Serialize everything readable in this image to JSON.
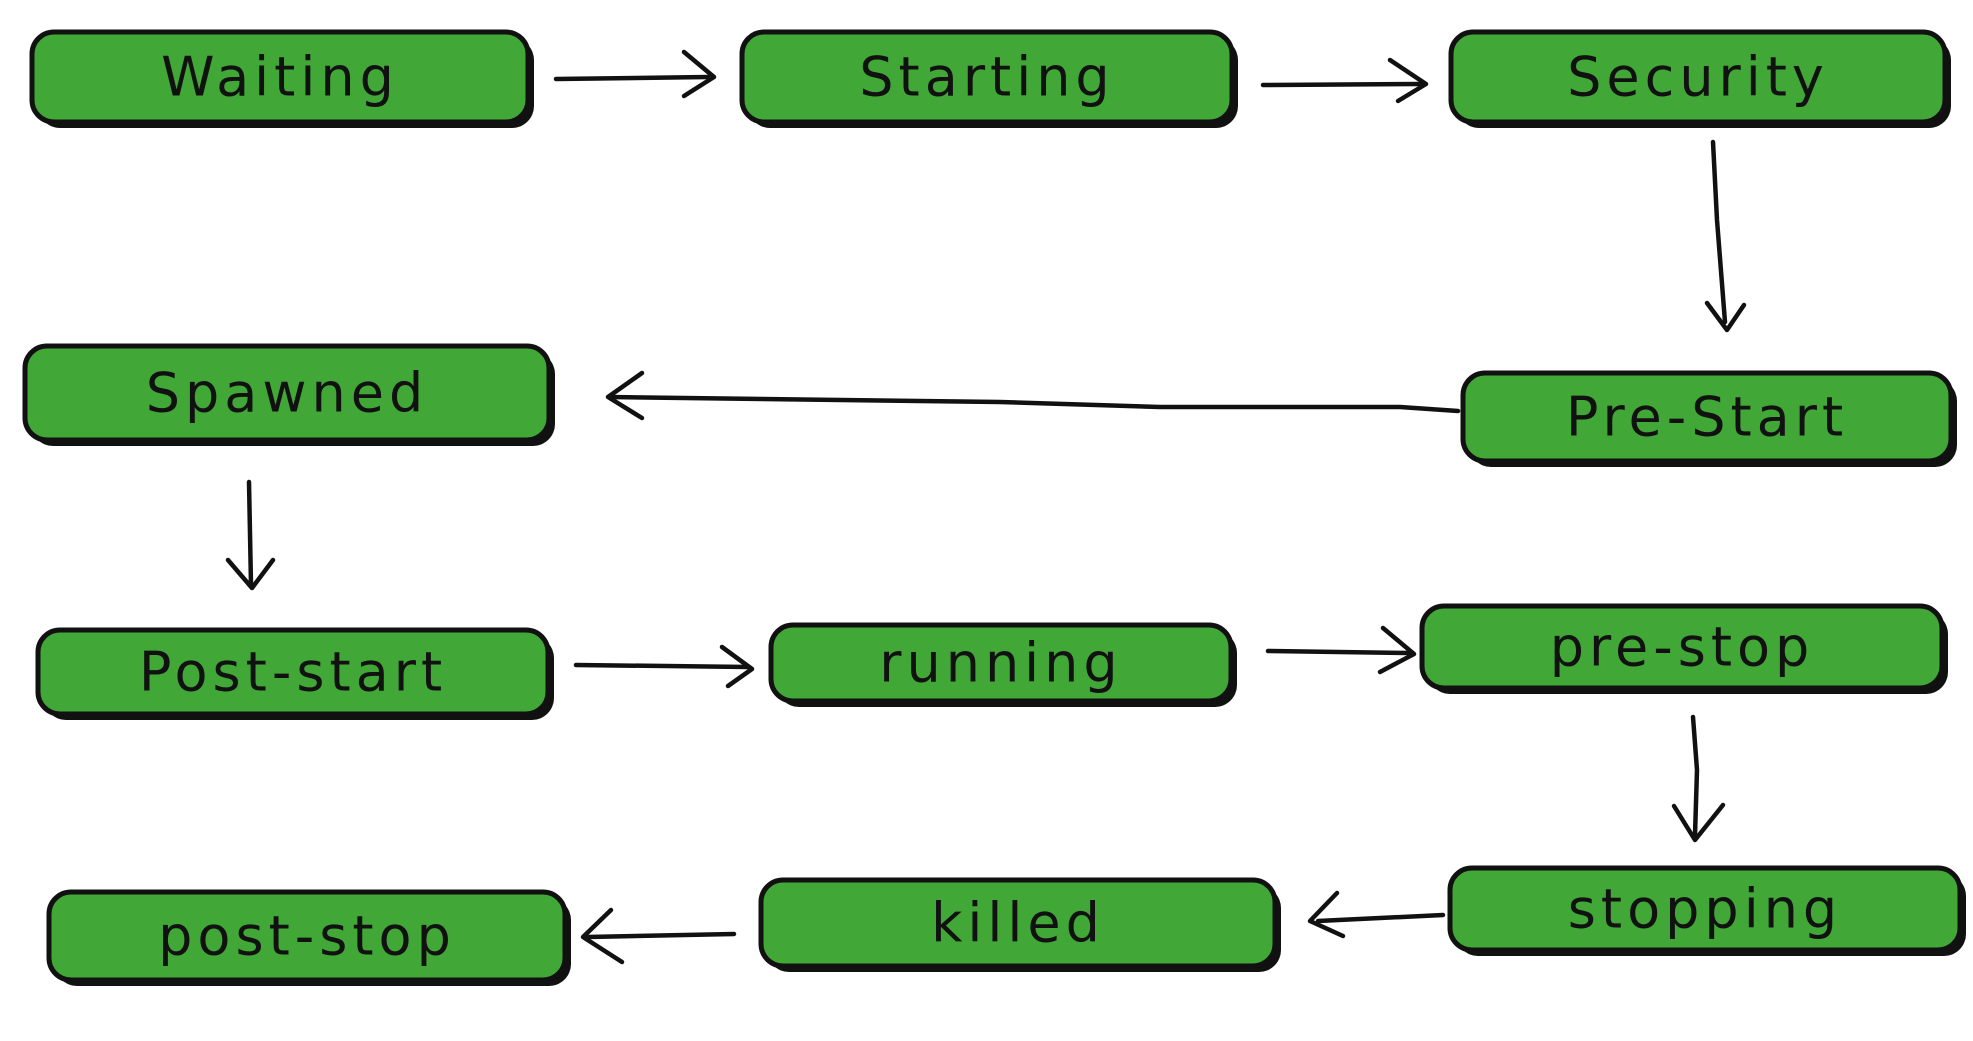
{
  "diagram": {
    "type": "state-flow",
    "colors": {
      "node_fill": "#41A737",
      "outline": "#111111",
      "background": "#FFFFFF"
    },
    "nodes": [
      {
        "id": "waiting",
        "label": "Waiting"
      },
      {
        "id": "starting",
        "label": "Starting"
      },
      {
        "id": "security",
        "label": "Security"
      },
      {
        "id": "pre-start",
        "label": "Pre-Start"
      },
      {
        "id": "spawned",
        "label": "Spawned"
      },
      {
        "id": "post-start",
        "label": "Post-start"
      },
      {
        "id": "running",
        "label": "running"
      },
      {
        "id": "pre-stop",
        "label": "pre-stop"
      },
      {
        "id": "stopping",
        "label": "stopping"
      },
      {
        "id": "killed",
        "label": "killed"
      },
      {
        "id": "post-stop",
        "label": "post-stop"
      }
    ],
    "edges": [
      {
        "from": "waiting",
        "to": "starting"
      },
      {
        "from": "starting",
        "to": "security"
      },
      {
        "from": "security",
        "to": "pre-start"
      },
      {
        "from": "pre-start",
        "to": "spawned"
      },
      {
        "from": "spawned",
        "to": "post-start"
      },
      {
        "from": "post-start",
        "to": "running"
      },
      {
        "from": "running",
        "to": "pre-stop"
      },
      {
        "from": "pre-stop",
        "to": "stopping"
      },
      {
        "from": "stopping",
        "to": "killed"
      },
      {
        "from": "killed",
        "to": "post-stop"
      }
    ]
  }
}
